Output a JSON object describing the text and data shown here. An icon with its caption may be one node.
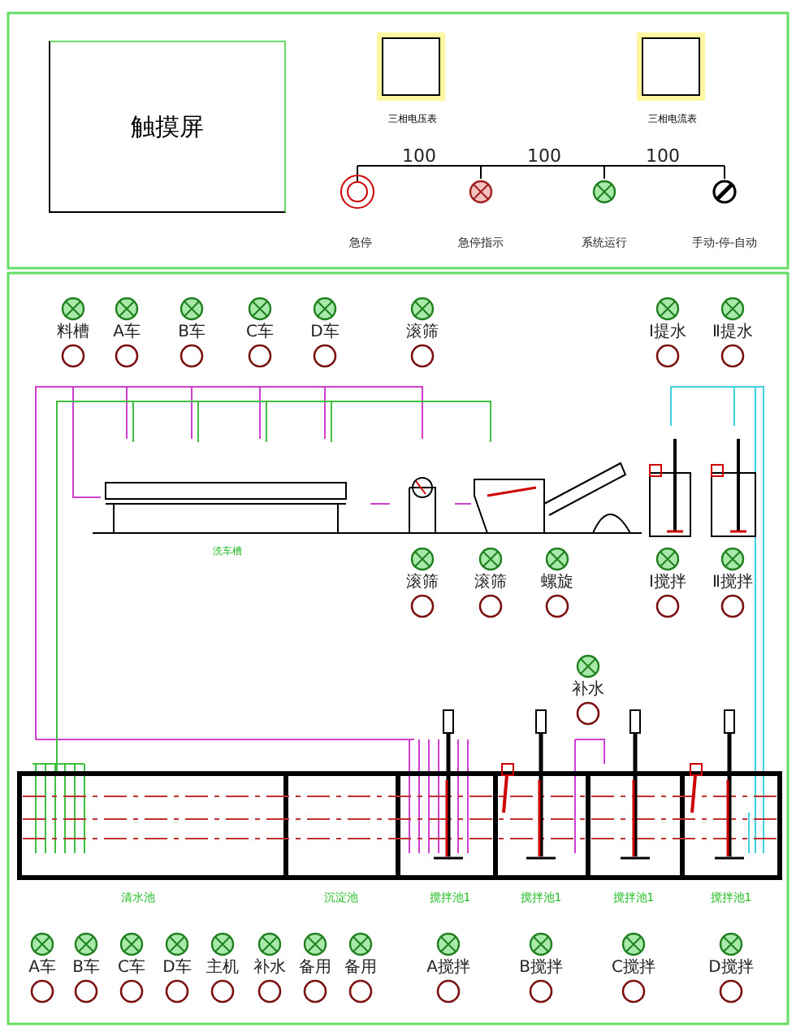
{
  "diagram": {
    "nodes": [
      {
        "text": [
          "触摸屏"
        ]
      },
      {
        "text": [
          "三相电压表"
        ]
      },
      {
        "text": [
          "三相电流表"
        ]
      }
    ],
    "labels": [
      "100",
      "100",
      "100",
      "急停",
      "急停指示",
      "系统运行",
      "手动-停-自动",
      "料槽",
      "A车",
      "B车",
      "C车",
      "D车",
      "滚筛",
      "Ⅰ提水",
      "Ⅱ提水",
      "洗车槽",
      "滚筛",
      "滚筛",
      "螺旋",
      "Ⅰ搅拌",
      "Ⅱ搅拌",
      "补水",
      "清水池",
      "沉淀池",
      "搅拌池1",
      "搅拌池1",
      "搅拌池1",
      "搅拌池1",
      "A车",
      "B车",
      "C车",
      "D车",
      "主机",
      "补水",
      "备用",
      "备用",
      "A搅拌",
      "B搅拌",
      "C搅拌",
      "D搅拌"
    ]
  }
}
